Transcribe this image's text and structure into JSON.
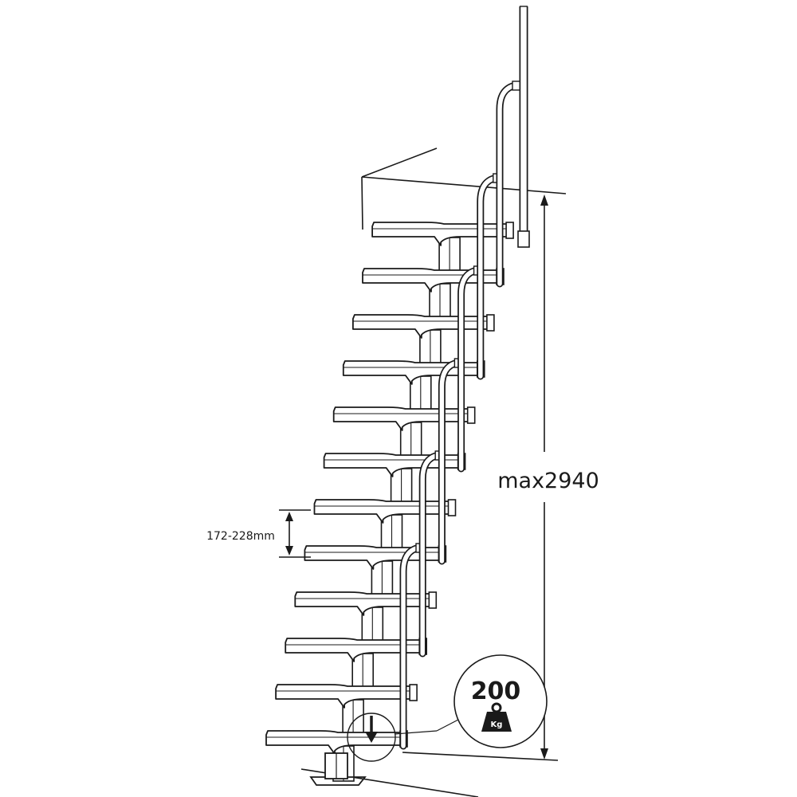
{
  "dimensions": {
    "total_height_label": "max2940",
    "step_rise_label": "172-228mm"
  },
  "load_badge": {
    "value": "200",
    "unit": "Kg",
    "icon": "weight-icon"
  },
  "diagram": {
    "step_count": 12,
    "subject": "modular-staircase-with-handrail"
  },
  "colors": {
    "line": "#1a1a1a",
    "tread_fill": "#ffffff",
    "background": "#ffffff"
  }
}
